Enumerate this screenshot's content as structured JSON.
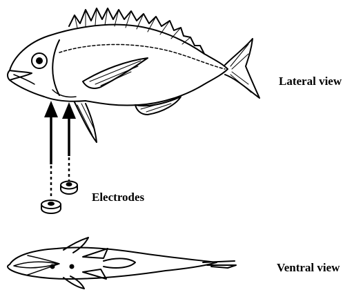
{
  "labels": {
    "lateral": "Lateral view",
    "electrodes": "Electrodes",
    "ventral": "Ventral view"
  },
  "colors": {
    "ink": "#000000",
    "background": "#ffffff"
  }
}
